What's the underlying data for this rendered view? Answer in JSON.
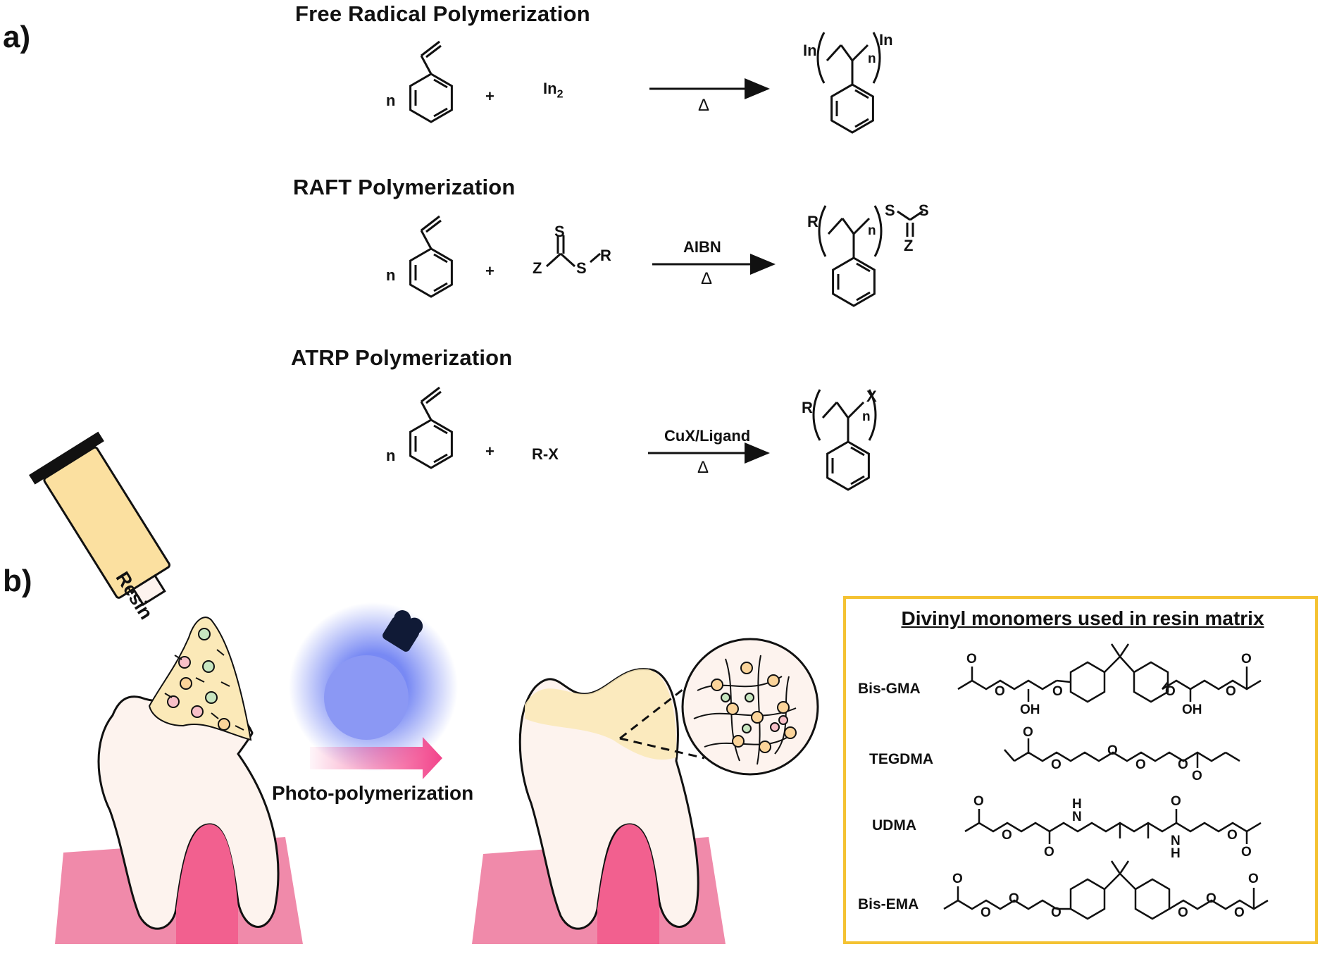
{
  "panel_a": {
    "label": "a)",
    "reactions": [
      {
        "title": "Free Radical Polymerization",
        "coefficient": "n",
        "plus": "+",
        "reagent": "In",
        "reagent_sub": "2",
        "condition_top": "",
        "condition_bottom": "Δ",
        "product_left": "In",
        "product_right": "In",
        "product_n": "n"
      },
      {
        "title": "RAFT Polymerization",
        "coefficient": "n",
        "plus": "+",
        "reagent_atoms": [
          "S",
          "Z",
          "S",
          "R"
        ],
        "condition_top": "AIBN",
        "condition_bottom": "Δ",
        "product_left": "R",
        "product_n": "n",
        "product_atoms": [
          "S",
          "S",
          "Z"
        ]
      },
      {
        "title": "ATRP Polymerization",
        "coefficient": "n",
        "plus": "+",
        "reagent": "R-X",
        "condition_top": "CuX/Ligand",
        "condition_bottom": "Δ",
        "product_left": "R",
        "product_right": "X",
        "product_n": "n"
      }
    ]
  },
  "panel_b": {
    "label": "b)",
    "tube_label": "Resin",
    "process_label": "Photo-polymerization",
    "monomer_box": {
      "title": "Divinyl monomers used in resin matrix",
      "monomers": [
        {
          "name": "Bis-GMA",
          "atoms": [
            "O",
            "O",
            "O",
            "OH",
            "O",
            "O",
            "OH",
            "O"
          ]
        },
        {
          "name": "TEGDMA",
          "atoms": [
            "O",
            "O",
            "O",
            "O",
            "O",
            "O"
          ]
        },
        {
          "name": "UDMA",
          "atoms": [
            "O",
            "O",
            "O",
            "N",
            "H",
            "N",
            "H",
            "O",
            "O",
            "O"
          ]
        },
        {
          "name": "Bis-EMA",
          "atoms": [
            "O",
            "O",
            "O",
            "O",
            "O",
            "O",
            "O",
            "O"
          ]
        }
      ]
    },
    "colors": {
      "box_border": "#f4c232",
      "gum": "#f08aaa",
      "pulp": "#f2608f",
      "tooth": "#fdf3ee",
      "resin": "#fbe9b8",
      "bulb_glow": "#4b62f0",
      "arrow": "#f2438a"
    }
  }
}
